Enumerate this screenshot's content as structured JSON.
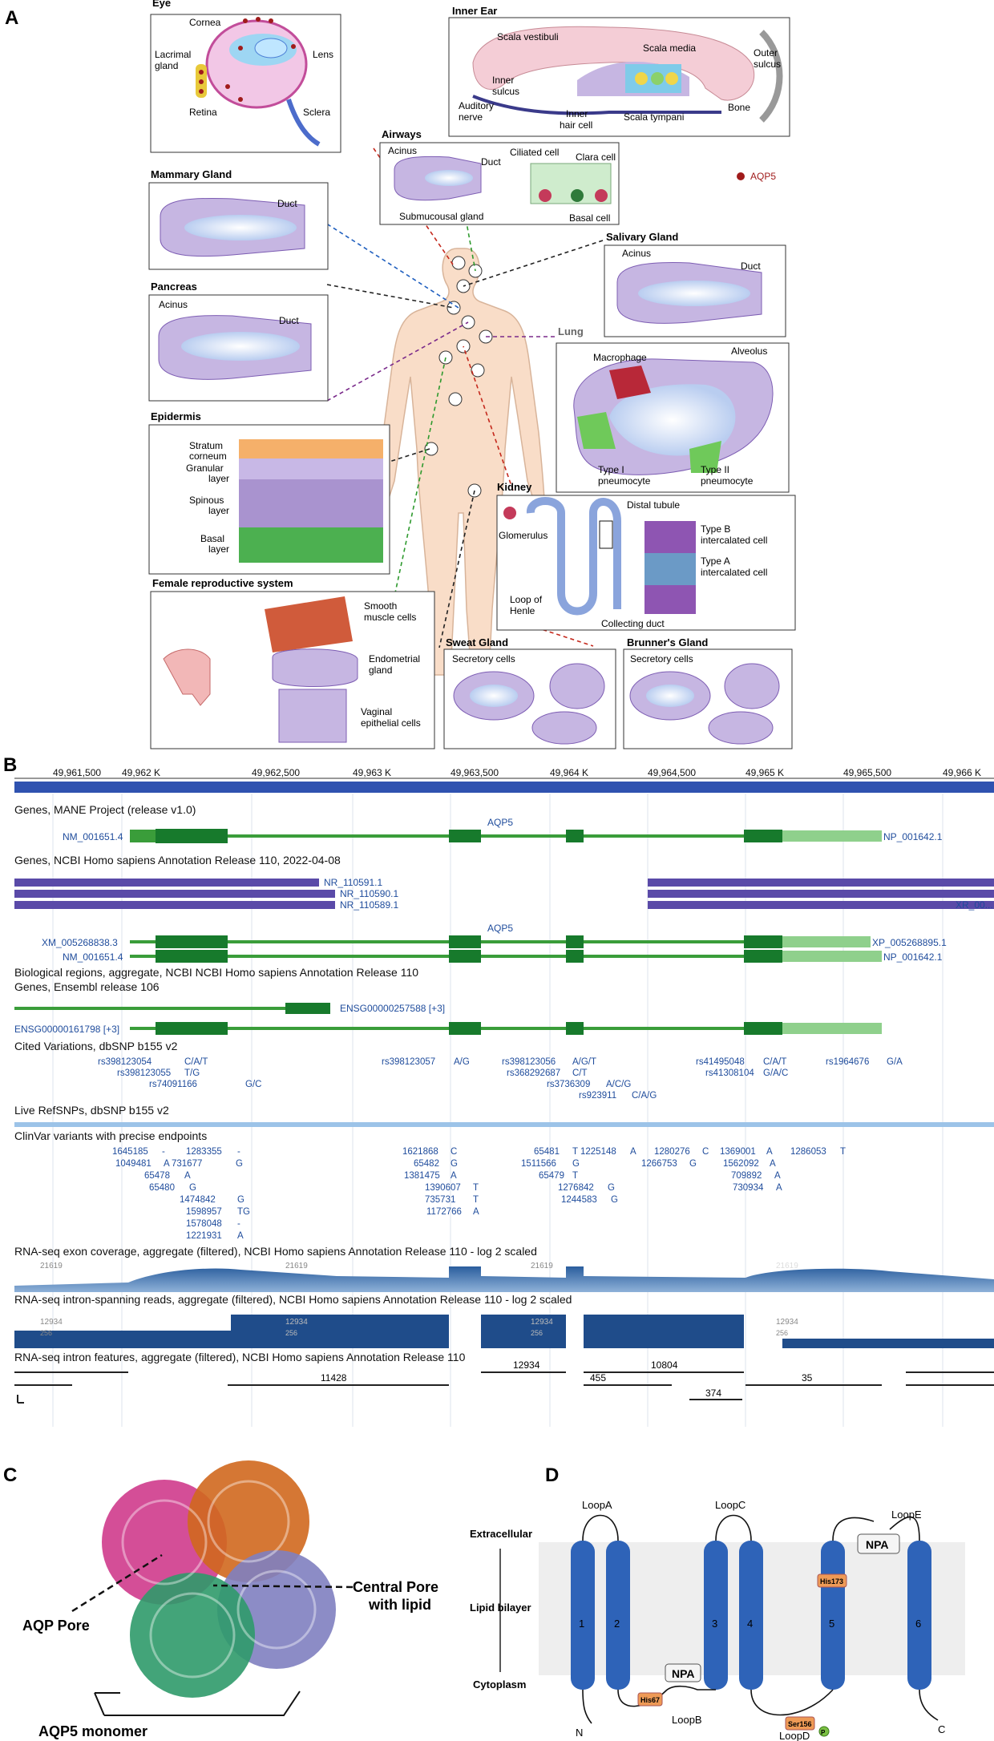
{
  "panels": {
    "a": "A",
    "b": "B",
    "c": "C",
    "d": "D"
  },
  "legend": {
    "aqp5": "AQP5"
  },
  "eye": {
    "title": "Eye",
    "cornea": "Cornea",
    "lacrimal": "Lacrimal",
    "gland": "gland",
    "lens": "Lens",
    "retina": "Retina",
    "sclera": "Sclera"
  },
  "ear": {
    "title": "Inner Ear",
    "scala_vestibuli": "Scala vestibuli",
    "scala_media": "Scala media",
    "outer": "Outer",
    "sulcus": "sulcus",
    "inner": "Inner",
    "inner_sulcus": "sulcus",
    "auditory": "Auditory",
    "nerve": "nerve",
    "inner_hair": "Inner",
    "hair_cell": "hair cell",
    "scala_tympani": "Scala tympani",
    "bone": "Bone"
  },
  "airways": {
    "title": "Airways",
    "acinus": "Acinus",
    "duct": "Duct",
    "ciliated": "Ciliated cell",
    "clara": "Clara cell",
    "submucosal": "Submucousal gland",
    "basal": "Basal cell"
  },
  "mammary": {
    "title": "Mammary Gland",
    "duct": "Duct"
  },
  "salivary": {
    "title": "Salivary Gland",
    "acinus": "Acinus",
    "duct": "Duct"
  },
  "pancreas": {
    "title": "Pancreas",
    "acinus": "Acinus",
    "duct": "Duct"
  },
  "lung": {
    "title": "Lung",
    "macrophage": "Macrophage",
    "alveolus": "Alveolus",
    "type1a": "Type I",
    "type1b": "pneumocyte",
    "type2a": "Type II",
    "type2b": "pneumocyte"
  },
  "epidermis": {
    "title": "Epidermis",
    "stratum": "Stratum",
    "corneum": "corneum",
    "granular": "Granular",
    "layer1": "layer",
    "spinous": "Spinous",
    "layer2": "layer",
    "basal": "Basal",
    "layer3": "layer"
  },
  "kidney": {
    "title": "Kidney",
    "glomerulus": "Glomerulus",
    "distal": "Distal tubule",
    "typeb": "Type B",
    "typeb2": "intercalated cell",
    "typea": "Type A",
    "typea2": "intercalated cell",
    "loop": "Loop of",
    "henle": "Henle",
    "collecting": "Collecting duct"
  },
  "female": {
    "title": "Female reproductive system",
    "smooth": "Smooth",
    "muscle": "muscle cells",
    "endometrial": "Endometrial",
    "gland": "gland",
    "vaginal": "Vaginal",
    "epithelial": "epithelial cells"
  },
  "sweat": {
    "title": "Sweat Gland",
    "secretory": "Secretory cells"
  },
  "brunner": {
    "title": "Brunner's Gland",
    "secretory": "Secretory cells"
  },
  "browser": {
    "ticks": [
      "49,961,500",
      "49,962 K",
      "49,962,500",
      "49,963 K",
      "49,963,500",
      "49,964 K",
      "49,964,500",
      "49,965 K",
      "49,965,500",
      "49,966 K"
    ],
    "tracks": {
      "mane": "Genes, MANE Project (release v1.0)",
      "ncbi": "Genes, NCBI Homo sapiens Annotation Release 110, 2022-04-08",
      "bio": "Biological regions, aggregate, NCBI  NCBI Homo sapiens Annotation Release 110",
      "ensembl": "Genes, Ensembl release 106",
      "cited": "Cited Variations, dbSNP b155 v2",
      "live": "Live RefSNPs, dbSNP b155 v2",
      "clinvar": "ClinVar variants with precise endpoints",
      "exon": "RNA-seq exon coverage, aggregate (filtered), NCBI Homo sapiens Annotation Release 110 - log 2 scaled",
      "intron": "RNA-seq intron-spanning reads, aggregate (filtered), NCBI Homo sapiens Annotation Release 110 - log 2 scaled",
      "features": "RNA-seq intron features, aggregate (filtered), NCBI Homo sapiens Annotation Release 110"
    },
    "mane": {
      "gene": "AQP5",
      "left": "NM_001651.4",
      "right": "NP_001642.1"
    },
    "ncbi": {
      "nr1": "NR_110591.1",
      "nr2": "NR_110590.1",
      "nr3": "NR_110589.1",
      "xr": "XR_00...",
      "gene": "AQP5",
      "xm": "XM_005268838.3",
      "nm": "NM_001651.4",
      "xp": "XP_005268895.1",
      "np": "NP_001642.1"
    },
    "ensembl": {
      "g1": "ENSG00000257588 [+3]",
      "g2": "ENSG00000161798 [+3]"
    },
    "cited": [
      "rs398123054",
      "C/A/T",
      "rs398123055",
      "T/G",
      "rs74091166",
      "G/C",
      "rs398123057",
      "A/G",
      "rs398123056",
      "A/G/T",
      "rs368292687",
      "C/T",
      "rs3736309",
      "A/C/G",
      "rs923911",
      "C/A/G",
      "rs41495048",
      "C/A/T",
      "rs41308104",
      "G/A/C",
      "rs1964676",
      "G/A"
    ],
    "clinvar": [
      "1645185",
      "-",
      "1283355",
      "-",
      "1049481",
      "A",
      "731677",
      "G",
      "65478",
      "A",
      "65480",
      "G",
      "1474842",
      "G",
      "1598957",
      "TG",
      "1578048",
      "-",
      "1221931",
      "A",
      "1621868",
      "C",
      "65482",
      "G",
      "1381475",
      "A",
      "1390607",
      "T",
      "735731",
      "T",
      "1172766",
      "A",
      "65481",
      "T",
      "1225148",
      "A",
      "1511566",
      "G",
      "65479",
      "T",
      "1276842",
      "G",
      "1244583",
      "G",
      "1280276",
      "C",
      "1266753",
      "G",
      "1369001",
      "A",
      "1562092",
      "A",
      "709892",
      "A",
      "730934",
      "A",
      "1286053",
      "T"
    ],
    "exon_labels": [
      "21619",
      "21619",
      "21619",
      "21619"
    ],
    "intron_labels": [
      "12934",
      "12934",
      "12934",
      "12934"
    ],
    "intron_sub": [
      "256",
      "256",
      "256",
      "256"
    ],
    "features": [
      "11428",
      "12934",
      "10804",
      "455",
      "35",
      "374"
    ]
  },
  "structure": {
    "pore": "AQP Pore",
    "central1": "Central Pore",
    "central2": "with lipid",
    "monomer": "AQP5 monomer"
  },
  "topology": {
    "extracellular": "Extracellular",
    "lipid": "Lipid  bilayer",
    "cytoplasm": "Cytoplasm",
    "loopA": "LoopA",
    "loopB": "LoopB",
    "loopC": "LoopC",
    "loopD": "LoopD",
    "loopE": "LoopE",
    "npa1": "NPA",
    "npa2": "NPA",
    "his67": "His67",
    "his173": "His173",
    "ser156": "Ser156",
    "p": "P",
    "n": "N",
    "c": "C",
    "h1": "1",
    "h2": "2",
    "h3": "3",
    "h4": "4",
    "h5": "5",
    "h6": "6"
  }
}
